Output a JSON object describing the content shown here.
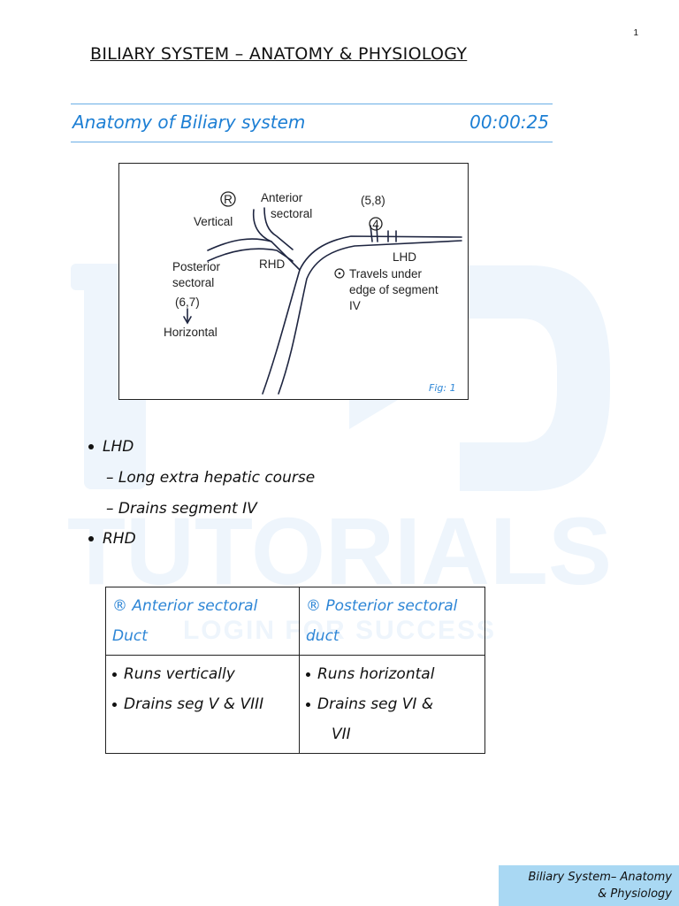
{
  "page_number": "1",
  "main_title": "BILIARY SYSTEM – ANATOMY & PHYSIOLOGY",
  "section": {
    "title": "Anatomy of Biliary system",
    "time": "00:00:25"
  },
  "figure": {
    "labels": {
      "r_symbol": "R",
      "vertical": "Vertical",
      "anterior": "Anterior",
      "sectoral_top": "sectoral",
      "posterior": "Posterior",
      "sectoral_left": "sectoral",
      "segs_67": "(6,7)",
      "horizontal": "Horizontal",
      "rhd": "RHD",
      "segs_58": "(5,8)",
      "four": "4",
      "lhd": "LHD",
      "travels_1": "Travels under",
      "travels_2": "edge of segment",
      "travels_3": "IV"
    },
    "caption": "Fig: 1"
  },
  "bullets": {
    "lhd": "LHD",
    "lhd_sub1": "– Long extra hepatic course",
    "lhd_sub2": "– Drains segment IV",
    "rhd": "RHD"
  },
  "table": {
    "col1_header_l1": "® Anterior sectoral",
    "col1_header_l2": "Duct",
    "col2_header_l1": "® Posterior sectoral",
    "col2_header_l2": "duct",
    "col1_items": [
      "Runs vertically",
      "Drains seg V & VIII"
    ],
    "col2_items": [
      "Runs horizontal",
      "Drains seg VI &",
      "VII"
    ]
  },
  "footer": {
    "line1": "Biliary System– Anatomy",
    "line2": "& Physiology"
  },
  "watermark": {
    "line1": "TUTORIALS",
    "line2": "LOGIN FOR SUCCESS"
  },
  "colors": {
    "accent": "#1d7fd4",
    "footer_bg": "#a9d8f3",
    "watermark": "#eef5fc"
  }
}
